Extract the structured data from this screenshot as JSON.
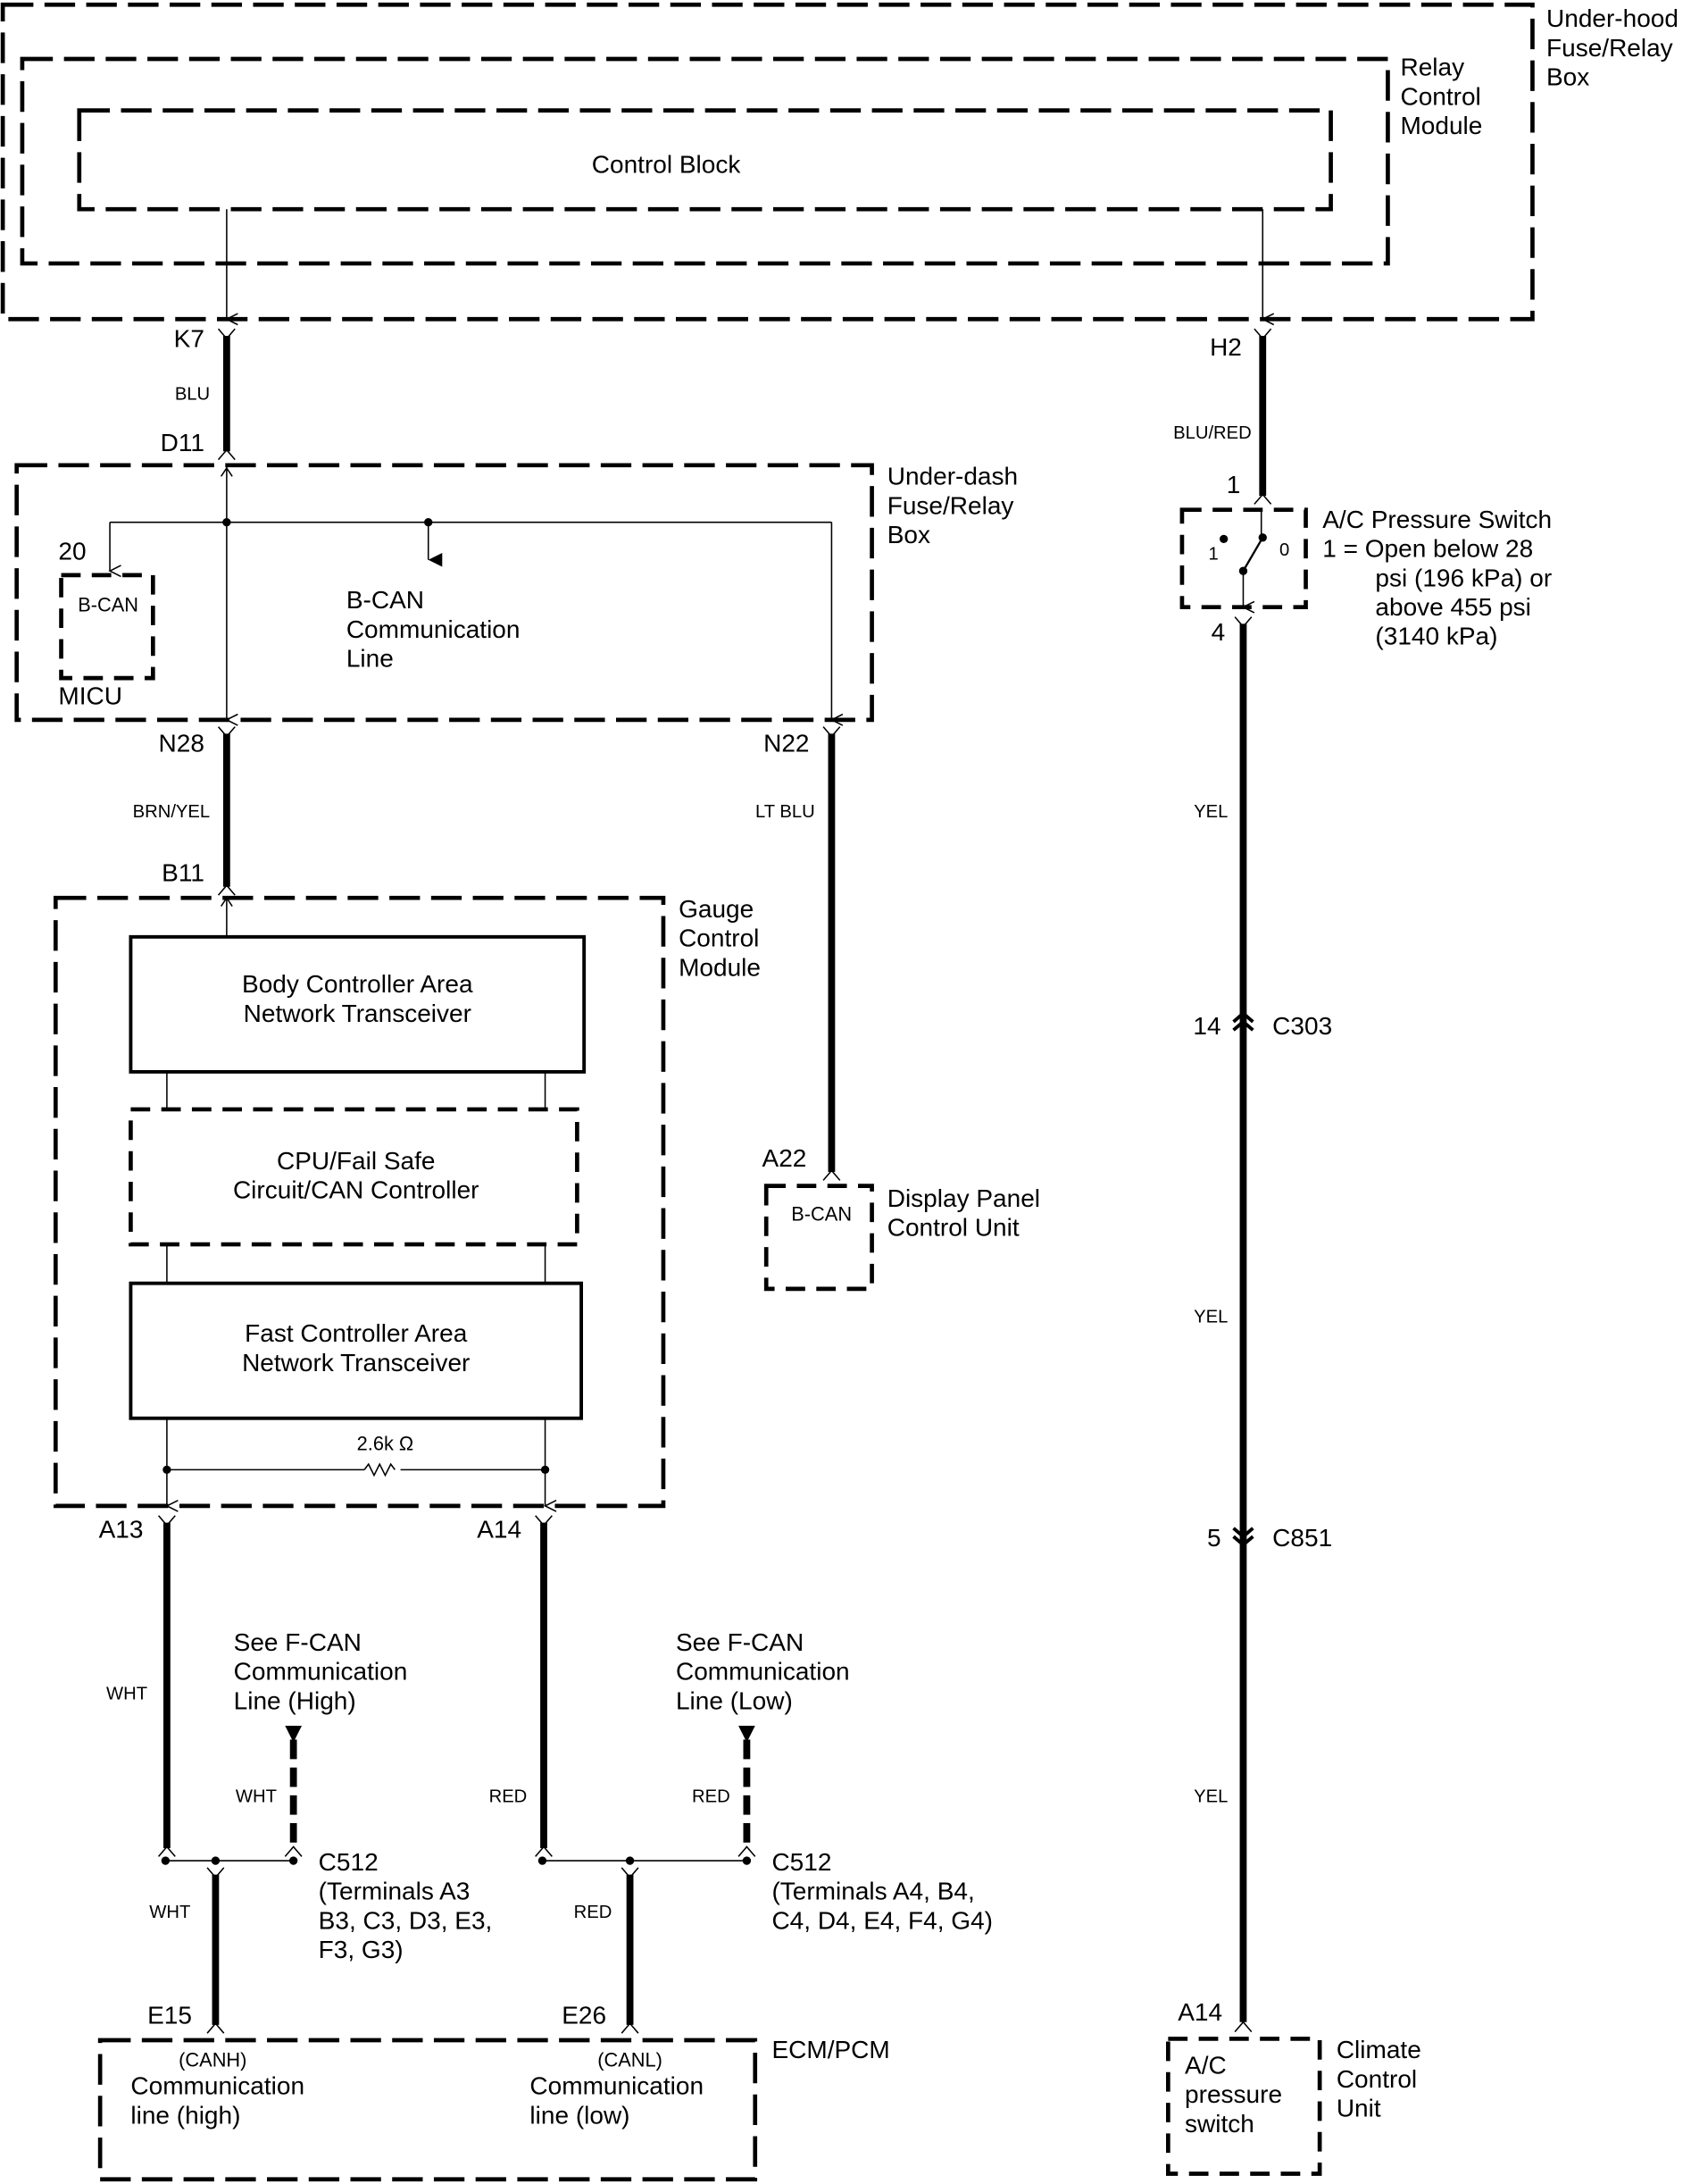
{
  "modules": {
    "underhood": [
      "Under-hood",
      "Fuse/Relay",
      "Box"
    ],
    "relay_control": [
      "Relay",
      "Control",
      "Module"
    ],
    "control_block": "Control Block",
    "underdash": [
      "Under-dash",
      "Fuse/Relay",
      "Box"
    ],
    "micu": {
      "name": "MICU",
      "inner": "B-CAN",
      "pin": "20"
    },
    "bcan_line": [
      "B-CAN",
      "Communication",
      "Line"
    ],
    "gauge": [
      "Gauge",
      "Control",
      "Module"
    ],
    "body_can": [
      "Body Controller Area",
      "Network Transceiver"
    ],
    "cpu": [
      "CPU/Fail Safe",
      "Circuit/CAN Controller"
    ],
    "fast_can": [
      "Fast Controller Area",
      "Network Transceiver"
    ],
    "resistor": "2.6k Ω",
    "display": {
      "inner": "B-CAN",
      "name": [
        "Display Panel",
        "Control Unit"
      ]
    },
    "ac_switch": {
      "title": "A/C Pressure Switch",
      "note": [
        "1 = Open below 28",
        "psi (196 kPa) or",
        "above 455 psi",
        "(3140 kPa)"
      ],
      "pos1": "1",
      "pos0": "0"
    },
    "ecm": {
      "name": "ECM/PCM",
      "high_tag": "(CANH)",
      "high": [
        "Communication",
        "line (high)"
      ],
      "low_tag": "(CANL)",
      "low": [
        "Communication",
        "line (low)"
      ]
    },
    "climate": {
      "inner": [
        "A/C",
        "pressure",
        "switch"
      ],
      "name": [
        "Climate",
        "Control",
        "Unit"
      ]
    }
  },
  "pins": {
    "k7": "K7",
    "d11": "D11",
    "n28": "N28",
    "n22": "N22",
    "b11": "B11",
    "a22": "A22",
    "a13": "A13",
    "a14l": "A14",
    "e15": "E15",
    "e26": "E26",
    "h2": "H2",
    "p1": "1",
    "p4": "4",
    "p14": "14",
    "p5": "5",
    "a14r": "A14"
  },
  "connectors": {
    "c303": "C303",
    "c851": "C851",
    "c512_left": [
      "C512",
      "(Terminals A3",
      "B3, C3, D3, E3,",
      "F3, G3)"
    ],
    "c512_right": [
      "C512",
      "(Terminals A4, B4,",
      "C4, D4, E4, F4, G4)"
    ]
  },
  "wires": {
    "blu": "BLU",
    "blu_red": "BLU/RED",
    "brn_yel": "BRN/YEL",
    "lt_blu": "LT BLU",
    "yel1": "YEL",
    "yel2": "YEL",
    "yel3": "YEL",
    "wht1": "WHT",
    "wht2": "WHT",
    "wht3": "WHT",
    "red1": "RED",
    "red2": "RED",
    "red3": "RED"
  },
  "fcan": {
    "high": [
      "See F-CAN",
      "Communication",
      "Line (High)"
    ],
    "low": [
      "See F-CAN",
      "Communication",
      "Line (Low)"
    ]
  }
}
